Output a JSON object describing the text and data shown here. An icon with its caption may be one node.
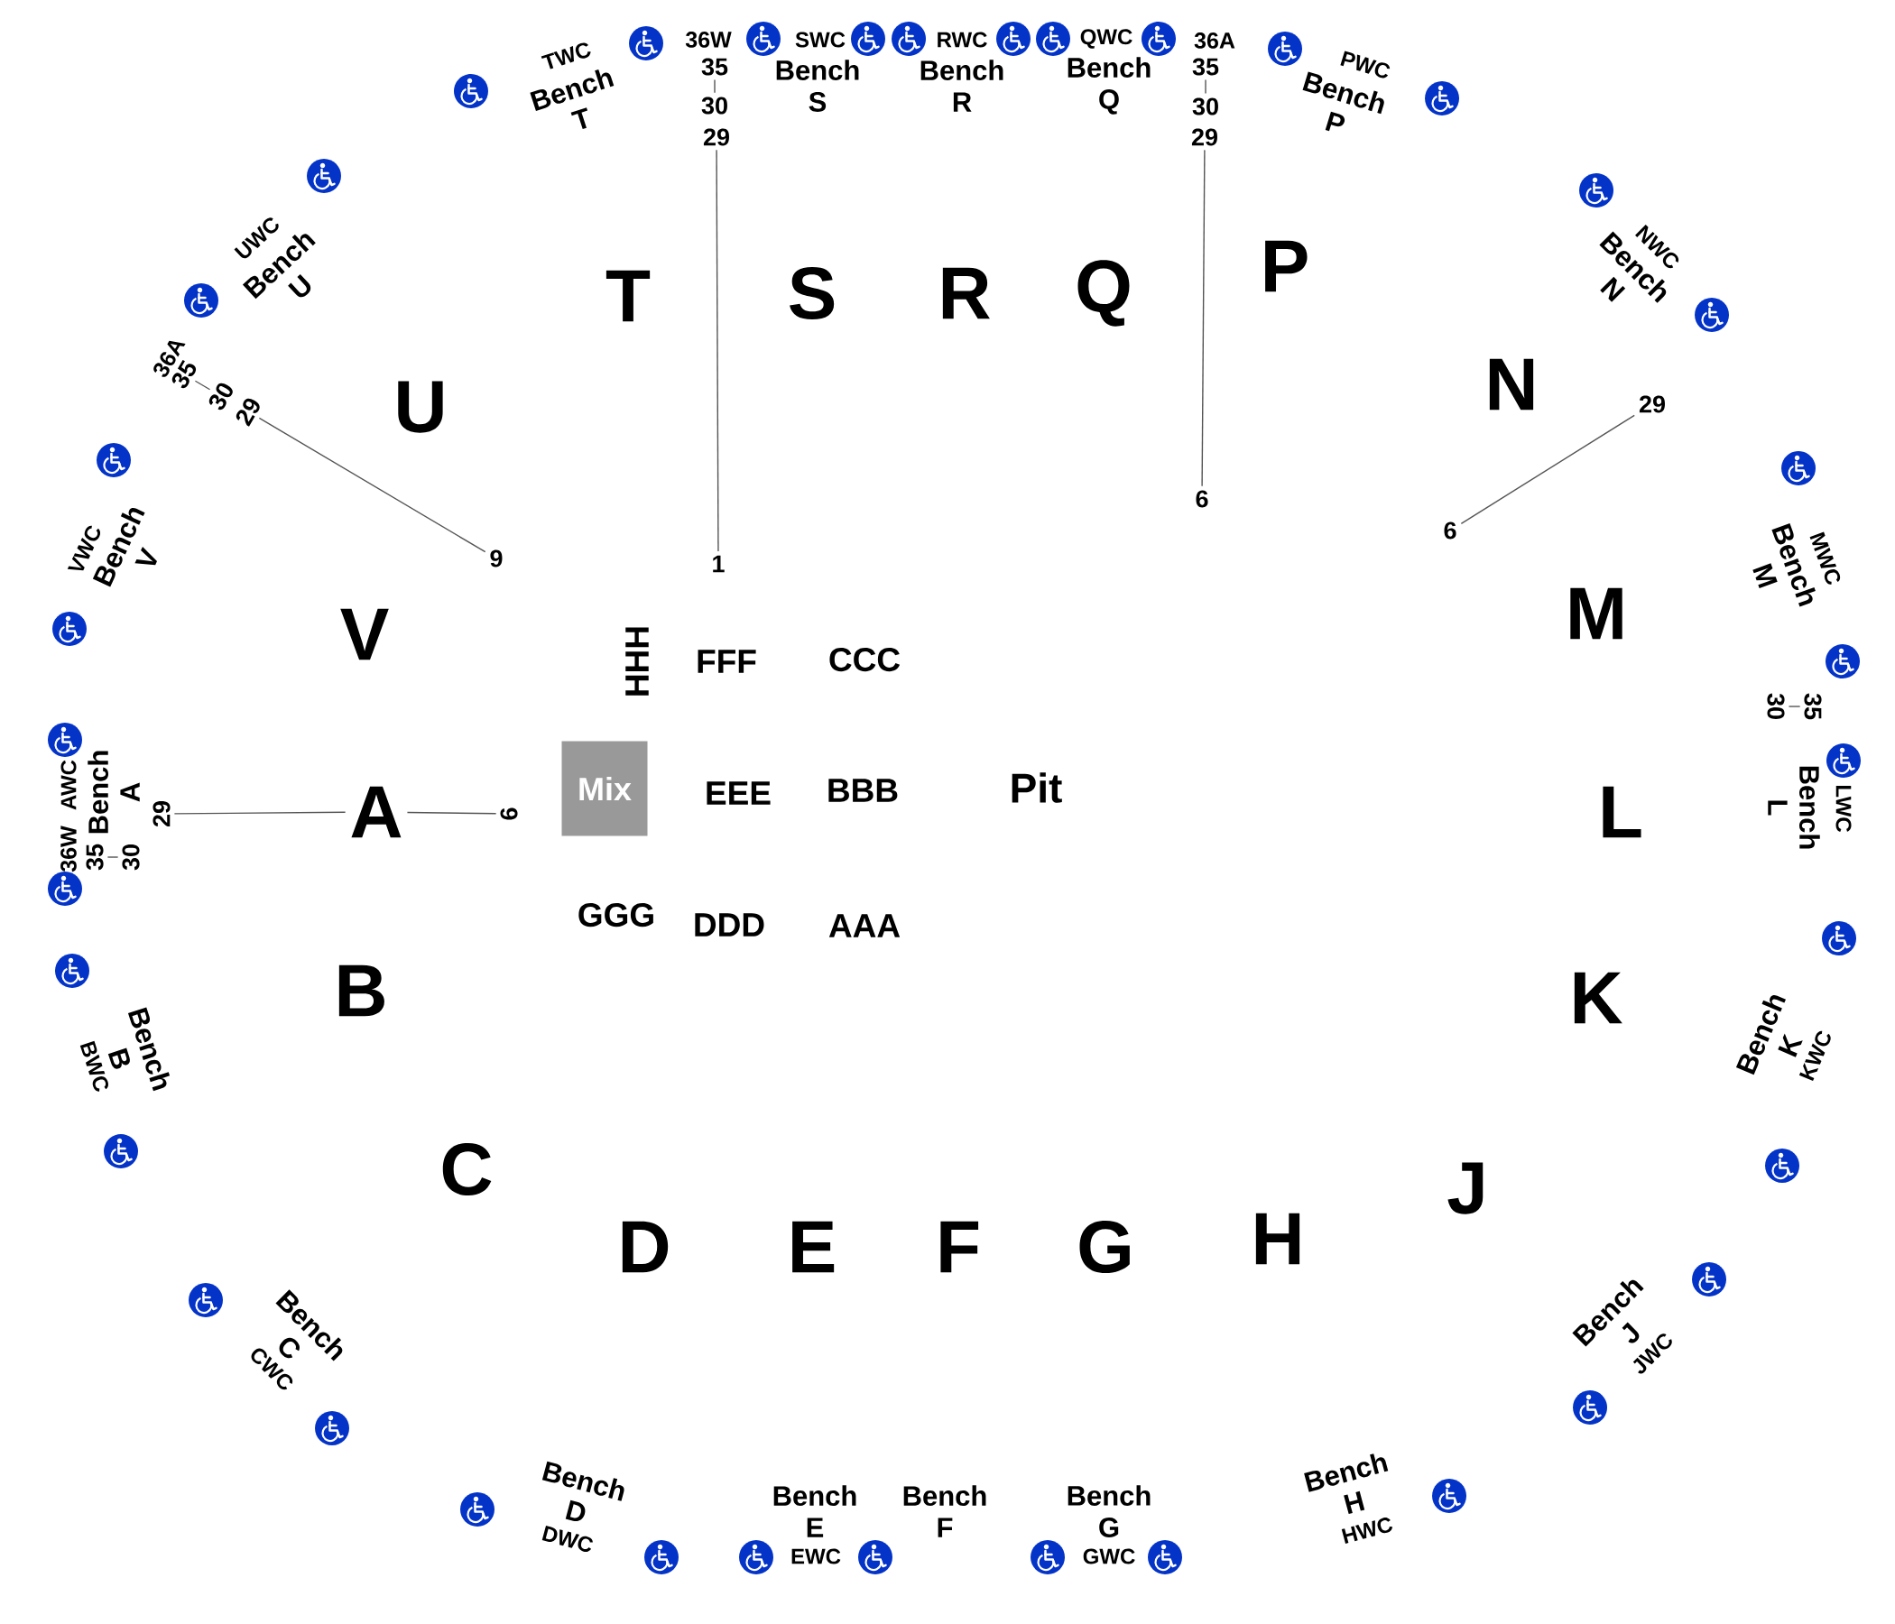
{
  "diagram": {
    "nodes": [
      {
        "text": [
          "35"
        ]
      },
      {
        "text": [
          "30"
        ]
      },
      {
        "text": [
          "29"
        ]
      },
      {
        "text": [
          "35"
        ]
      },
      {
        "text": [
          "30"
        ]
      },
      {
        "text": [
          "29"
        ]
      },
      {
        "text": [
          "35"
        ]
      },
      {
        "text": [
          "30"
        ]
      },
      {
        "text": [
          "29"
        ]
      },
      {
        "text": [
          "29"
        ]
      },
      {
        "text": [
          "6"
        ]
      },
      {
        "text": [
          "6"
        ]
      },
      {
        "text": [
          "9"
        ]
      },
      {
        "text": [
          "1"
        ]
      },
      {
        "text": [
          "35"
        ]
      },
      {
        "text": [
          "30"
        ]
      },
      {
        "text": [
          "Mix"
        ]
      },
      {
        "text": [
          "29"
        ]
      },
      {
        "text": [
          "A"
        ]
      },
      {
        "text": [
          "6"
        ]
      },
      {
        "text": [
          "35"
        ]
      },
      {
        "text": [
          "30"
        ]
      }
    ],
    "edges": [
      {
        "from": 0,
        "to": 1,
        "arrow": "none"
      },
      {
        "from": 2,
        "to": 13,
        "arrow": "none"
      },
      {
        "from": 3,
        "to": 4,
        "arrow": "none"
      },
      {
        "from": 5,
        "to": 10,
        "arrow": "none"
      },
      {
        "from": 6,
        "to": 7,
        "arrow": "none"
      },
      {
        "from": 8,
        "to": 12,
        "arrow": "none"
      },
      {
        "from": 9,
        "to": 11,
        "arrow": "none"
      },
      {
        "from": 14,
        "to": 15,
        "arrow": "none"
      },
      {
        "from": 17,
        "to": 18,
        "arrow": "none"
      },
      {
        "from": 18,
        "to": 19,
        "arrow": "none"
      },
      {
        "from": 20,
        "to": 21,
        "arrow": "none"
      }
    ],
    "labels": [
      "TWC",
      "36W",
      "SWC",
      "RWC",
      "QWC",
      "36A",
      "PWC",
      "Bench T",
      "Bench S",
      "Bench R",
      "Bench Q",
      "Bench P",
      "UWC",
      "Bench U",
      "Bench N",
      "NWC",
      "T",
      "S",
      "R",
      "Q",
      "P",
      "36A",
      "U",
      "N",
      "VWC",
      "Bench V",
      "Bench M",
      "MWC",
      "V",
      "HHH",
      "FFF",
      "CCC",
      "M",
      "AWC",
      "36W",
      "Bench A",
      "EEE",
      "BBB",
      "Pit",
      "L",
      "Bench L",
      "LWC",
      "GGG",
      "DDD",
      "AAA",
      "B",
      "K",
      "BWC",
      "Bench B",
      "Bench K",
      "KWC",
      "C",
      "J",
      "D",
      "E",
      "F",
      "G",
      "H",
      "CWC",
      "Bench C",
      "Bench J",
      "JWC",
      "Bench D",
      "Bench E",
      "Bench F",
      "Bench G",
      "Bench H",
      "DWC",
      "EWC",
      "GWC",
      "HWC"
    ]
  }
}
